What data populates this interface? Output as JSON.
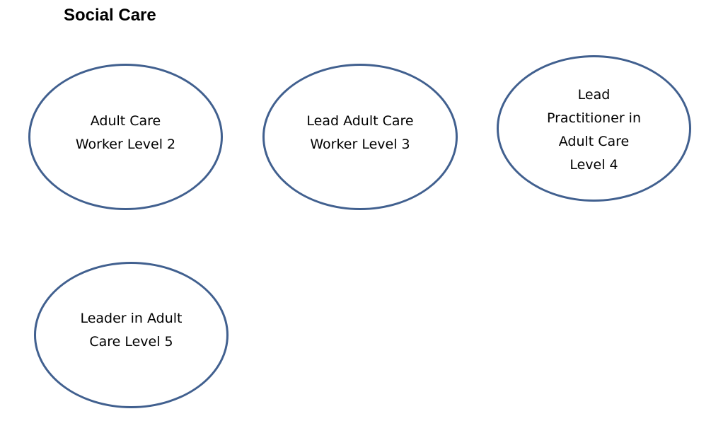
{
  "title": "Social Care",
  "colors": {
    "node_border": "#41608f",
    "text": "#000000",
    "background": "#ffffff"
  },
  "nodes": [
    {
      "label": "Adult Care\nWorker Level 2"
    },
    {
      "label": "Lead Adult Care\nWorker Level 3"
    },
    {
      "label": "Lead\nPractitioner in\nAdult Care\nLevel 4"
    },
    {
      "label": "Leader in Adult\nCare Level 5"
    }
  ]
}
